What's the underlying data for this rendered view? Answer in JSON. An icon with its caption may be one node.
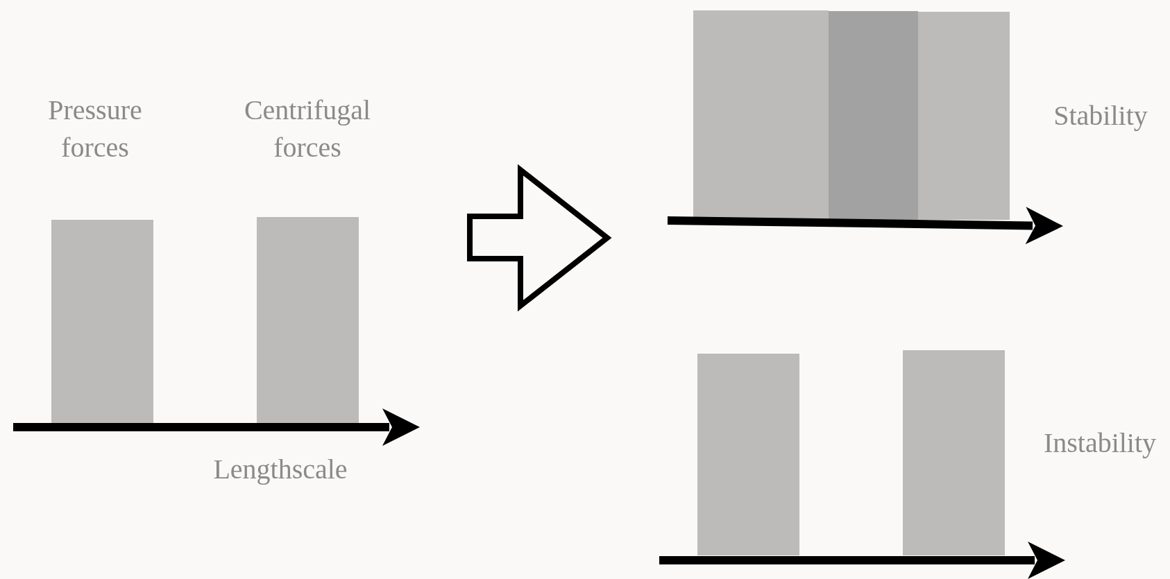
{
  "diagram": {
    "labels": [
      "Pressure forces",
      "Centrifugal forces",
      "Lengthscale",
      "Stability",
      "Instability"
    ]
  }
}
